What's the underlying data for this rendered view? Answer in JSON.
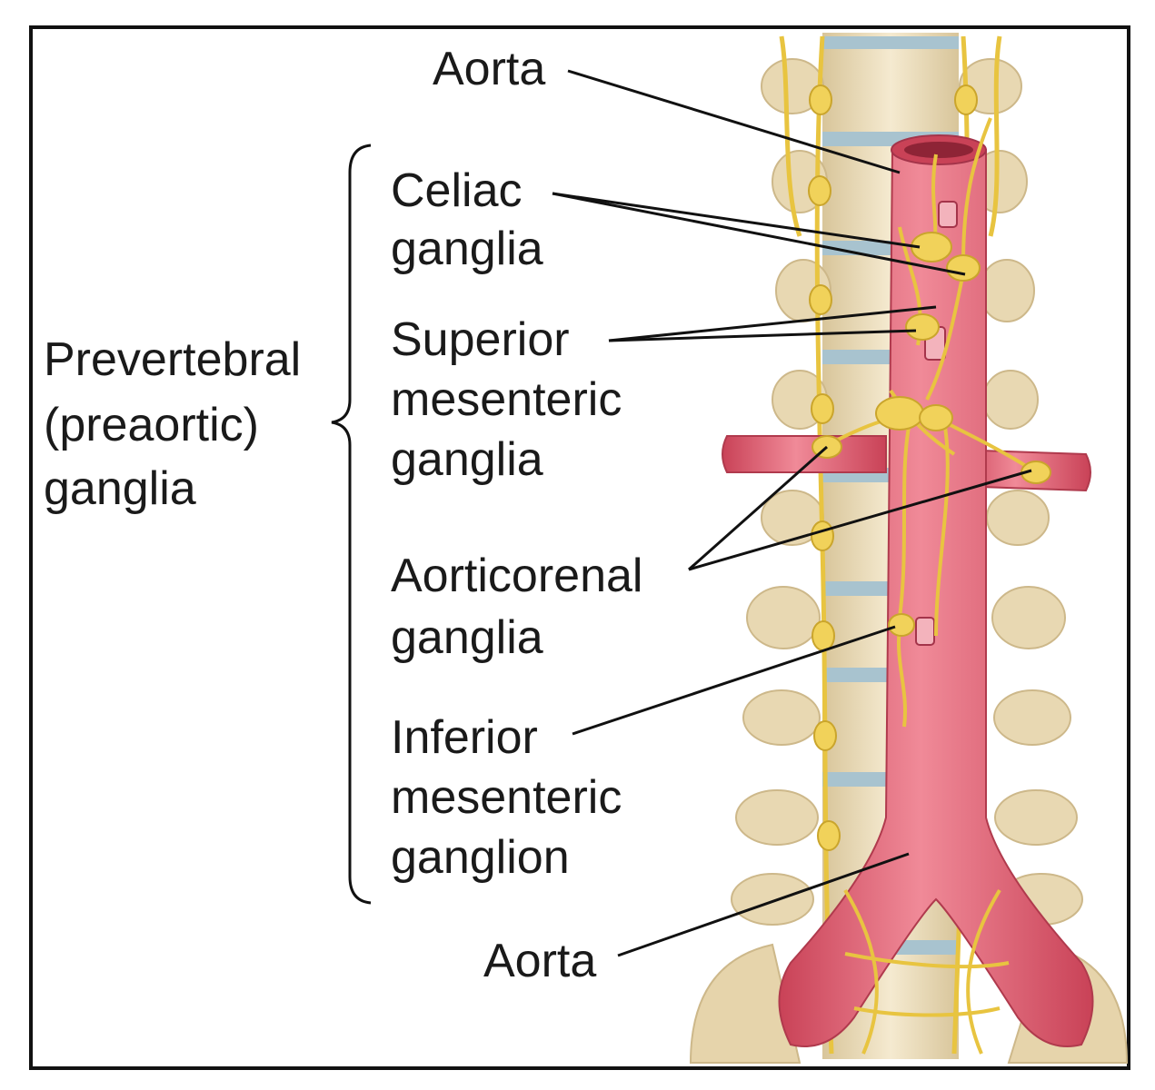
{
  "labels": {
    "aorta_top": "Aorta",
    "celiac_1": "Celiac",
    "celiac_2": "ganglia",
    "superior_1": "Superior",
    "superior_2": "mesenteric",
    "superior_3": "ganglia",
    "prevertebral_1": "Prevertebral",
    "prevertebral_2": "(preaortic)",
    "prevertebral_3": "ganglia",
    "aorticorenal_1": "Aorticorenal",
    "aorticorenal_2": "ganglia",
    "inferior_1": "Inferior",
    "inferior_2": "mesenteric",
    "inferior_3": "ganglion",
    "aorta_bottom": "Aorta"
  },
  "colors": {
    "aorta": "#e0566a",
    "aorta_highlight": "#f59aa6",
    "nerve": "#e8c440",
    "bone": "#ecdcb8",
    "disc": "#9fb9c6",
    "leader": "#111111"
  }
}
